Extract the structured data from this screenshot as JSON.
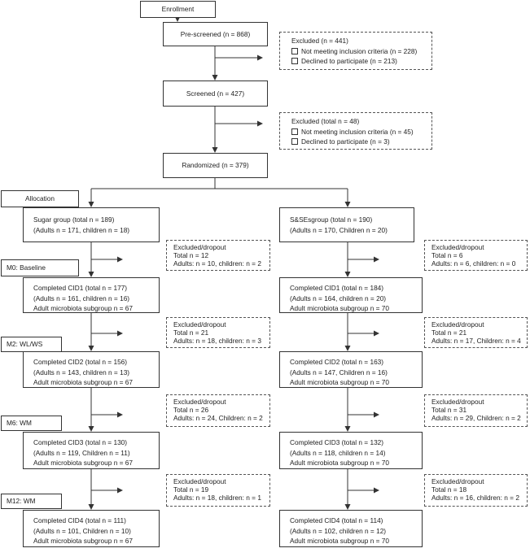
{
  "enrollment": "Enrollment",
  "prescreened": "Pre-screened (n = 868)",
  "excluded1": {
    "title": "Excluded (n = 441)",
    "items": [
      "Not meeting inclusion criteria (n = 228)",
      "Declined to participate (n = 213)"
    ]
  },
  "screened": "Screened (n = 427)",
  "excluded2": {
    "title": "Excluded (total n = 48)",
    "items": [
      "Not meeting inclusion criteria (n = 45)",
      "Declined to participate (n = 3)"
    ]
  },
  "randomized": "Randomized (n = 379)",
  "allocation": "Allocation",
  "stages": [
    "M0: Baseline",
    "M2: WL/WS",
    "M6: WM",
    "M12: WM"
  ],
  "sugar": {
    "group": [
      "Sugar group (total n = 189)",
      "(Adults n = 171, children n = 18)"
    ],
    "cid1": [
      "Completed CID1 (total n = 177)",
      "(Adults n = 161, children n = 16)",
      "Adult microbiota subgroup n = 67"
    ],
    "cid2": [
      "Completed CID2 (total n = 156)",
      "(Adults n = 143, children n = 13)",
      "Adult microbiota subgroup n = 67"
    ],
    "cid3": [
      "Completed CID3 (total n = 130)",
      "(Adults n = 119, Children n = 11)",
      "Adult microbiota subgroup n = 67"
    ],
    "cid4": [
      "Completed CID4 (total n = 111)",
      "(Adults n = 101, Children n = 10)",
      "Adult microbiota subgroup n = 67"
    ],
    "dropouts": [
      [
        "Excluded/dropout",
        "Total n = 12",
        "Adults: n = 10, children: n = 2"
      ],
      [
        "Excluded/dropout",
        "Total n = 21",
        "Adults: n = 18, children: n = 3"
      ],
      [
        "Excluded/dropout",
        "Total n = 26",
        "Adults: n = 24, Children: n = 2"
      ],
      [
        "Excluded/dropout",
        "Total n = 19",
        "Adults: n = 18, children: n = 1"
      ]
    ]
  },
  "sse": {
    "group": [
      "S&SEsgroup (total n = 190)",
      "(Adults n = 170, Children n = 20)"
    ],
    "cid1": [
      "Completed CID1 (total n = 184)",
      "(Adults n = 164, children n = 20)",
      "Adult microbiota subgroup n = 70"
    ],
    "cid2": [
      "Completed CID2 (total n = 163)",
      "(Adults n = 147, Children n = 16)",
      "Adult microbiota subgroup n = 70"
    ],
    "cid3": [
      "Completed CID3 (total n = 132)",
      "(Adults n = 118, children n = 14)",
      "Adult microbiota subgroup n = 70"
    ],
    "cid4": [
      "Completed CID4 (total n = 114)",
      "(Adults n = 102, children n = 12)",
      "Adult microbiota subgroup n = 70"
    ],
    "dropouts": [
      [
        "Excluded/dropout",
        "Total n = 6",
        "Adults: n = 6, children: n = 0"
      ],
      [
        "Excluded/dropout",
        "Total n = 21",
        "Adults: n = 17, Children: n = 4"
      ],
      [
        "Excluded/dropout",
        "Total n = 31",
        "Adults: n = 29, Children: n = 2"
      ],
      [
        "Excluded/dropout",
        "Total n = 18",
        "Adults: n = 16, children: n = 2"
      ]
    ]
  }
}
